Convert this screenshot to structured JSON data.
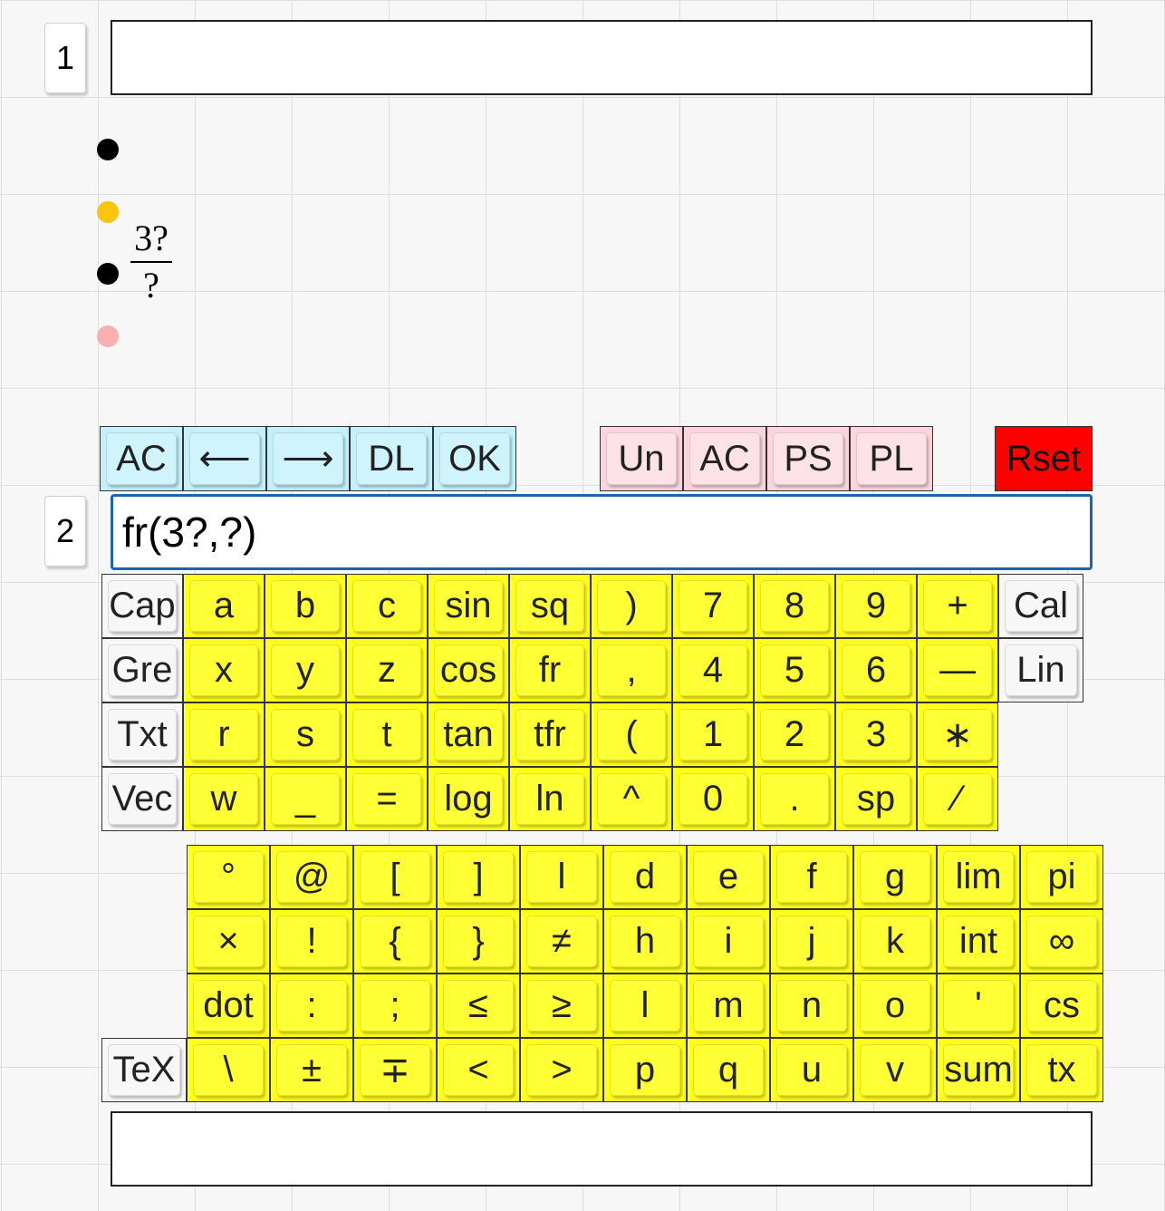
{
  "rows": [
    {
      "number": "1",
      "value": ""
    },
    {
      "number": "2",
      "value": "fr(3?,?)"
    }
  ],
  "preview": {
    "numerator": "3?",
    "denominator": "?"
  },
  "colors": {
    "dot_black": "#000000",
    "dot_orange": "#fcc30f",
    "dot_pink": "#fbb0b0",
    "key_yellow": "#ffff1a",
    "key_blue": "#c3f0fb",
    "key_pink": "#fbd4dd",
    "key_red": "#ff0000",
    "active_border": "#1e64b4"
  },
  "toolbar": {
    "edit_keys": [
      "AC",
      "⟵",
      "⟶",
      "DL",
      "OK"
    ],
    "mode_keys": [
      "Un",
      "AC",
      "PS",
      "PL"
    ],
    "reset_key": "Rset"
  },
  "keyboard_upper": [
    [
      "Cap",
      "a",
      "b",
      "c",
      "sin",
      "sq",
      ")",
      "7",
      "8",
      "9",
      "+",
      "Cal"
    ],
    [
      "Gre",
      "x",
      "y",
      "z",
      "cos",
      "fr",
      ",",
      "4",
      "5",
      "6",
      "—",
      "Lin"
    ],
    [
      "Txt",
      "r",
      "s",
      "t",
      "tan",
      "tfr",
      "(",
      "1",
      "2",
      "3",
      "∗",
      ""
    ],
    [
      "Vec",
      "w",
      "_",
      "=",
      "log",
      "ln",
      "^",
      "0",
      ".",
      "sp",
      "∕",
      ""
    ]
  ],
  "keyboard_lower": [
    [
      "",
      "°",
      "@",
      "[",
      "]",
      "l",
      "d",
      "e",
      "f",
      "g",
      "lim",
      "pi"
    ],
    [
      "",
      "×",
      "!",
      "{",
      "}",
      "≠",
      "h",
      "i",
      "j",
      "k",
      "int",
      "∞"
    ],
    [
      "",
      "dot",
      ":",
      ";",
      "≤",
      "≥",
      "l",
      "m",
      "n",
      "o",
      "'",
      "cs"
    ],
    [
      "TeX",
      "\\",
      "±",
      "∓",
      "<",
      ">",
      "p",
      "q",
      "u",
      "v",
      "sum",
      "tx"
    ]
  ],
  "bottom_input": {
    "value": ""
  }
}
